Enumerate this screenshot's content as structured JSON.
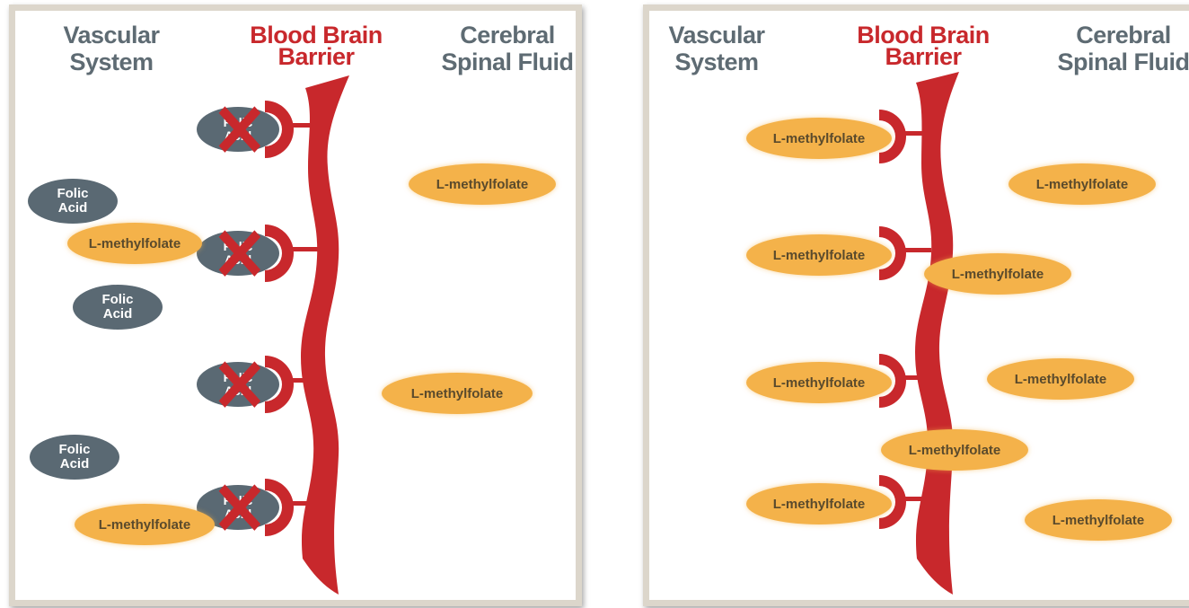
{
  "left": {
    "header_vascular": [
      "Vascular",
      "System"
    ],
    "header_bbb": [
      "Blood Brain",
      "Barrier"
    ],
    "header_csf": [
      "Cerebral",
      "Spinal Fluid"
    ],
    "blocked_label": [
      "Folic",
      "Acid"
    ],
    "folic_acid": [
      "Folic",
      "Acid"
    ],
    "lmethylfolate": "L-methylfolate"
  },
  "right": {
    "header_vascular": [
      "Vascular",
      "System"
    ],
    "header_bbb": [
      "Blood Brain",
      "Barrier"
    ],
    "header_csf": [
      "Cerebral",
      "Spinal Fluid"
    ],
    "lmethylfolate": "L-methylfolate"
  },
  "colors": {
    "barrier_red": "#c8282c",
    "folic_gray": "#5a6973",
    "lmethylfolate_orange": "#f4b24a",
    "header_gray": "#5e6b73"
  },
  "icons": {
    "blocked": "x-mark-icon"
  }
}
